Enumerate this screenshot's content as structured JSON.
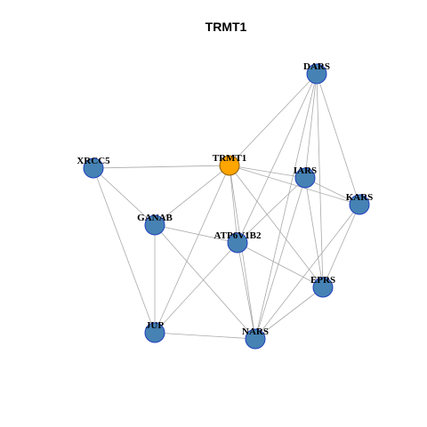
{
  "title": "TRMT1",
  "colors": {
    "node_default": "#4682b4",
    "node_highlight": "#ffa500",
    "node_stroke_default": "#1f3fbf",
    "node_stroke_highlight": "#8b5a00",
    "edge": "#aaaaaa",
    "text": "#000000",
    "background": "#ffffff"
  },
  "nodes": [
    {
      "id": "DARS",
      "label": "DARS",
      "highlight": false
    },
    {
      "id": "TRMT1",
      "label": "TRMT1",
      "highlight": true
    },
    {
      "id": "XRCC5",
      "label": "XRCC5",
      "highlight": false
    },
    {
      "id": "IARS",
      "label": "IARS",
      "highlight": false
    },
    {
      "id": "KARS",
      "label": "KARS",
      "highlight": false
    },
    {
      "id": "GANAB",
      "label": "GANAB",
      "highlight": false
    },
    {
      "id": "ATP6V1B2",
      "label": "ATP6V1B2",
      "highlight": false
    },
    {
      "id": "EPRS",
      "label": "EPRS",
      "highlight": false
    },
    {
      "id": "JUP",
      "label": "JUP",
      "highlight": false
    },
    {
      "id": "NARS",
      "label": "NARS",
      "highlight": false
    }
  ],
  "edges": [
    [
      "TRMT1",
      "DARS"
    ],
    [
      "TRMT1",
      "XRCC5"
    ],
    [
      "TRMT1",
      "IARS"
    ],
    [
      "TRMT1",
      "KARS"
    ],
    [
      "TRMT1",
      "GANAB"
    ],
    [
      "TRMT1",
      "ATP6V1B2"
    ],
    [
      "TRMT1",
      "EPRS"
    ],
    [
      "TRMT1",
      "JUP"
    ],
    [
      "TRMT1",
      "NARS"
    ],
    [
      "DARS",
      "IARS"
    ],
    [
      "DARS",
      "KARS"
    ],
    [
      "DARS",
      "ATP6V1B2"
    ],
    [
      "DARS",
      "EPRS"
    ],
    [
      "DARS",
      "NARS"
    ],
    [
      "IARS",
      "KARS"
    ],
    [
      "IARS",
      "ATP6V1B2"
    ],
    [
      "IARS",
      "EPRS"
    ],
    [
      "IARS",
      "NARS"
    ],
    [
      "KARS",
      "EPRS"
    ],
    [
      "KARS",
      "NARS"
    ],
    [
      "EPRS",
      "NARS"
    ],
    [
      "EPRS",
      "ATP6V1B2"
    ],
    [
      "XRCC5",
      "GANAB"
    ],
    [
      "XRCC5",
      "JUP"
    ],
    [
      "GANAB",
      "ATP6V1B2"
    ],
    [
      "GANAB",
      "JUP"
    ],
    [
      "GANAB",
      "NARS"
    ],
    [
      "ATP6V1B2",
      "JUP"
    ],
    [
      "ATP6V1B2",
      "NARS"
    ],
    [
      "JUP",
      "NARS"
    ]
  ]
}
